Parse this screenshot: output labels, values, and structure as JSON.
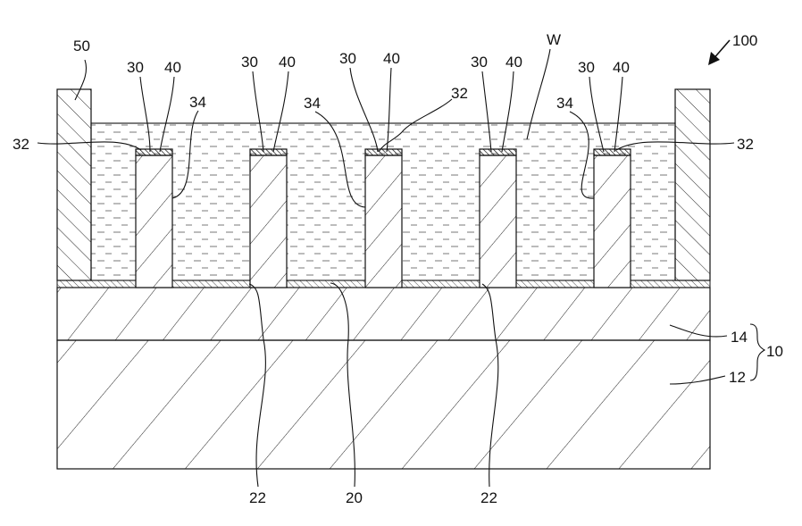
{
  "figure": {
    "labels": {
      "device": "100",
      "sidewall": "50",
      "water": "W",
      "pillar": "30",
      "cap": "40",
      "cap_surface": "32",
      "pillar_side": "34",
      "substrate": "10",
      "upper_layer": "14",
      "lower_layer": "12",
      "coating": "20",
      "pillar_base": "22"
    }
  }
}
